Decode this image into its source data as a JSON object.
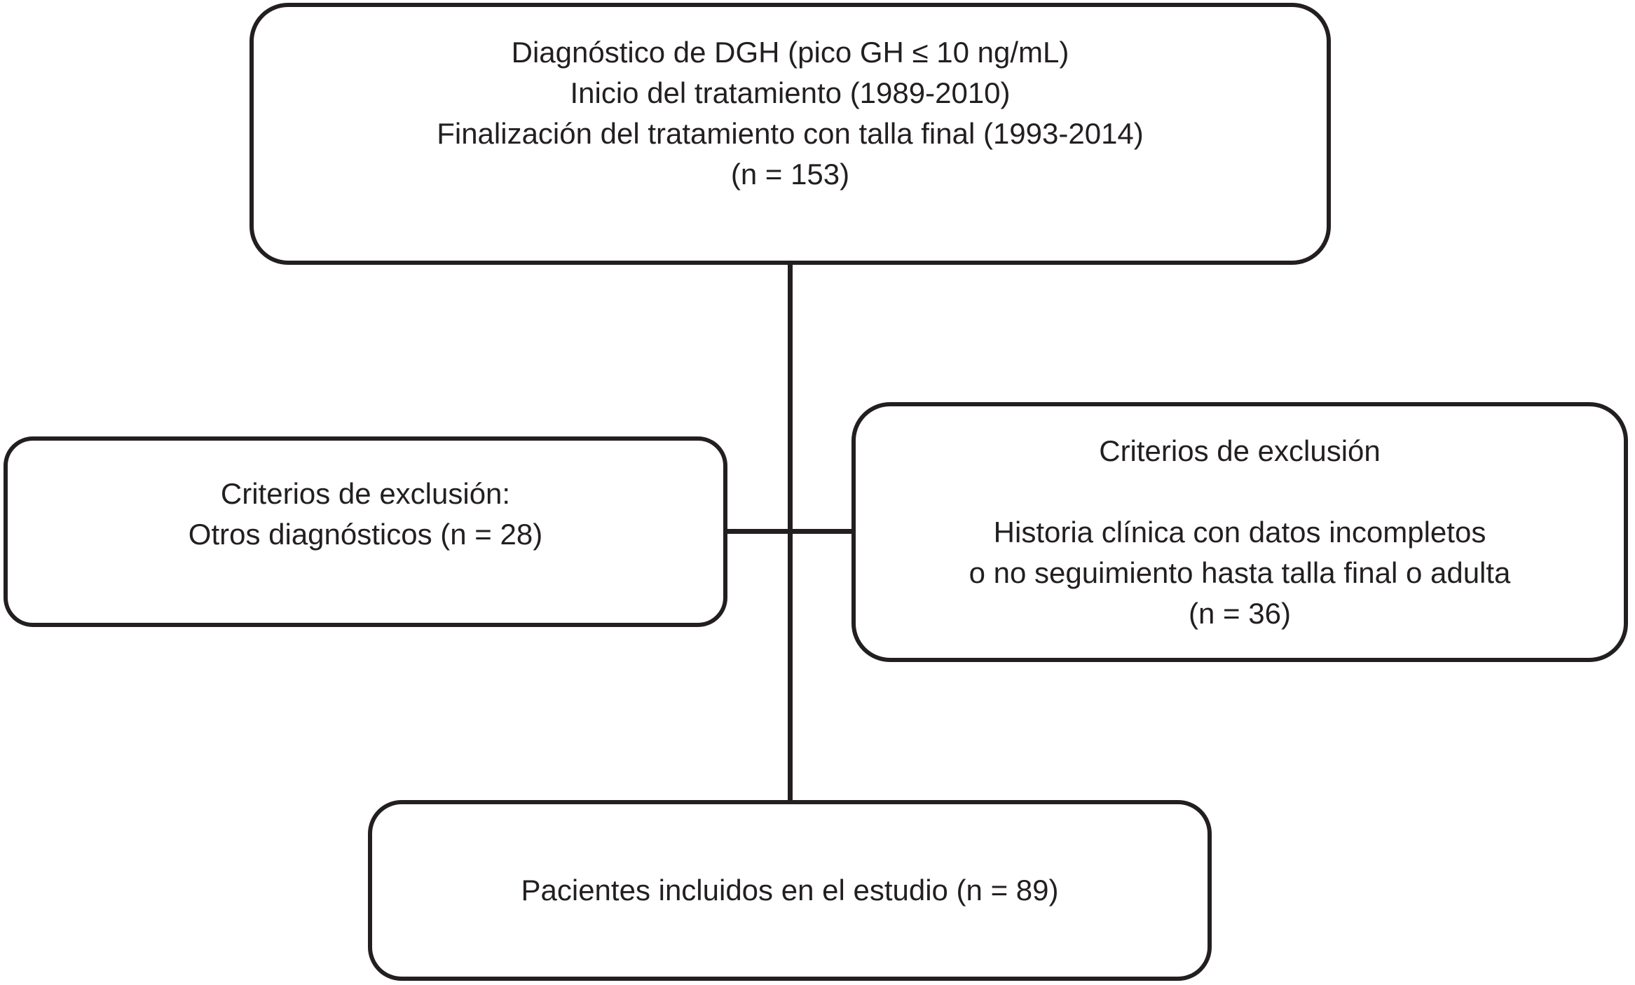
{
  "figure": {
    "kind": "patient-selection-flowchart",
    "background_color": "#ffffff",
    "line_color": "#231f20",
    "nodes": {
      "top": {
        "lines": [
          "Diagnóstico de DGH (pico GH ≤ 10 ng/mL)",
          "Inicio del tratamiento (1989-2010)",
          "Finalización del tratamiento con talla final (1993-2014)",
          "(n = 153)"
        ]
      },
      "left": {
        "lines": [
          "Criterios de exclusión:",
          "Otros diagnósticos (n = 28)"
        ]
      },
      "right": {
        "lines": [
          "Criterios de exclusión",
          "",
          "Historia clínica con datos incompletos",
          "o no seguimiento hasta talla final o adulta",
          "(n = 36)"
        ]
      },
      "bottom": {
        "lines": [
          "Pacientes incluidos en el estudio (n = 89)"
        ]
      }
    }
  }
}
